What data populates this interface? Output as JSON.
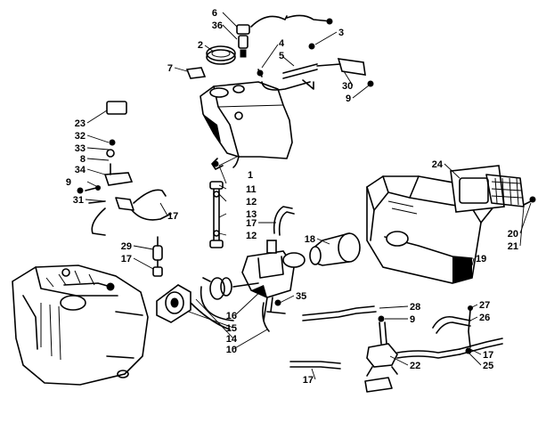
{
  "diagram": {
    "callouts": [
      {
        "id": "c6",
        "text": "6"
      },
      {
        "id": "c36",
        "text": "36"
      },
      {
        "id": "c2",
        "text": "2"
      },
      {
        "id": "c3",
        "text": "3"
      },
      {
        "id": "c4",
        "text": "4"
      },
      {
        "id": "c5",
        "text": "5"
      },
      {
        "id": "c7",
        "text": "7"
      },
      {
        "id": "c30",
        "text": "30"
      },
      {
        "id": "c9a",
        "text": "9"
      },
      {
        "id": "c23",
        "text": "23"
      },
      {
        "id": "c32",
        "text": "32"
      },
      {
        "id": "c33",
        "text": "33"
      },
      {
        "id": "c8",
        "text": "8"
      },
      {
        "id": "c34",
        "text": "34"
      },
      {
        "id": "c9b",
        "text": "9"
      },
      {
        "id": "c31",
        "text": "31"
      },
      {
        "id": "c1",
        "text": "1"
      },
      {
        "id": "c11",
        "text": "11"
      },
      {
        "id": "c12a",
        "text": "12"
      },
      {
        "id": "c13",
        "text": "13"
      },
      {
        "id": "c17a",
        "text": "17"
      },
      {
        "id": "c12b",
        "text": "12"
      },
      {
        "id": "c17b",
        "text": "17"
      },
      {
        "id": "c29",
        "text": "29"
      },
      {
        "id": "c17c",
        "text": "17"
      },
      {
        "id": "c24",
        "text": "24"
      },
      {
        "id": "c18",
        "text": "18"
      },
      {
        "id": "c20",
        "text": "20"
      },
      {
        "id": "c21",
        "text": "21"
      },
      {
        "id": "c19",
        "text": "19"
      },
      {
        "id": "c35",
        "text": "35"
      },
      {
        "id": "c16",
        "text": "16"
      },
      {
        "id": "c15",
        "text": "15"
      },
      {
        "id": "c14",
        "text": "14"
      },
      {
        "id": "c10",
        "text": "10"
      },
      {
        "id": "c28",
        "text": "28"
      },
      {
        "id": "c9c",
        "text": "9"
      },
      {
        "id": "c27",
        "text": "27"
      },
      {
        "id": "c26",
        "text": "26"
      },
      {
        "id": "c17d",
        "text": "17"
      },
      {
        "id": "c25",
        "text": "25"
      },
      {
        "id": "c22",
        "text": "22"
      },
      {
        "id": "c17e",
        "text": "17"
      }
    ]
  }
}
